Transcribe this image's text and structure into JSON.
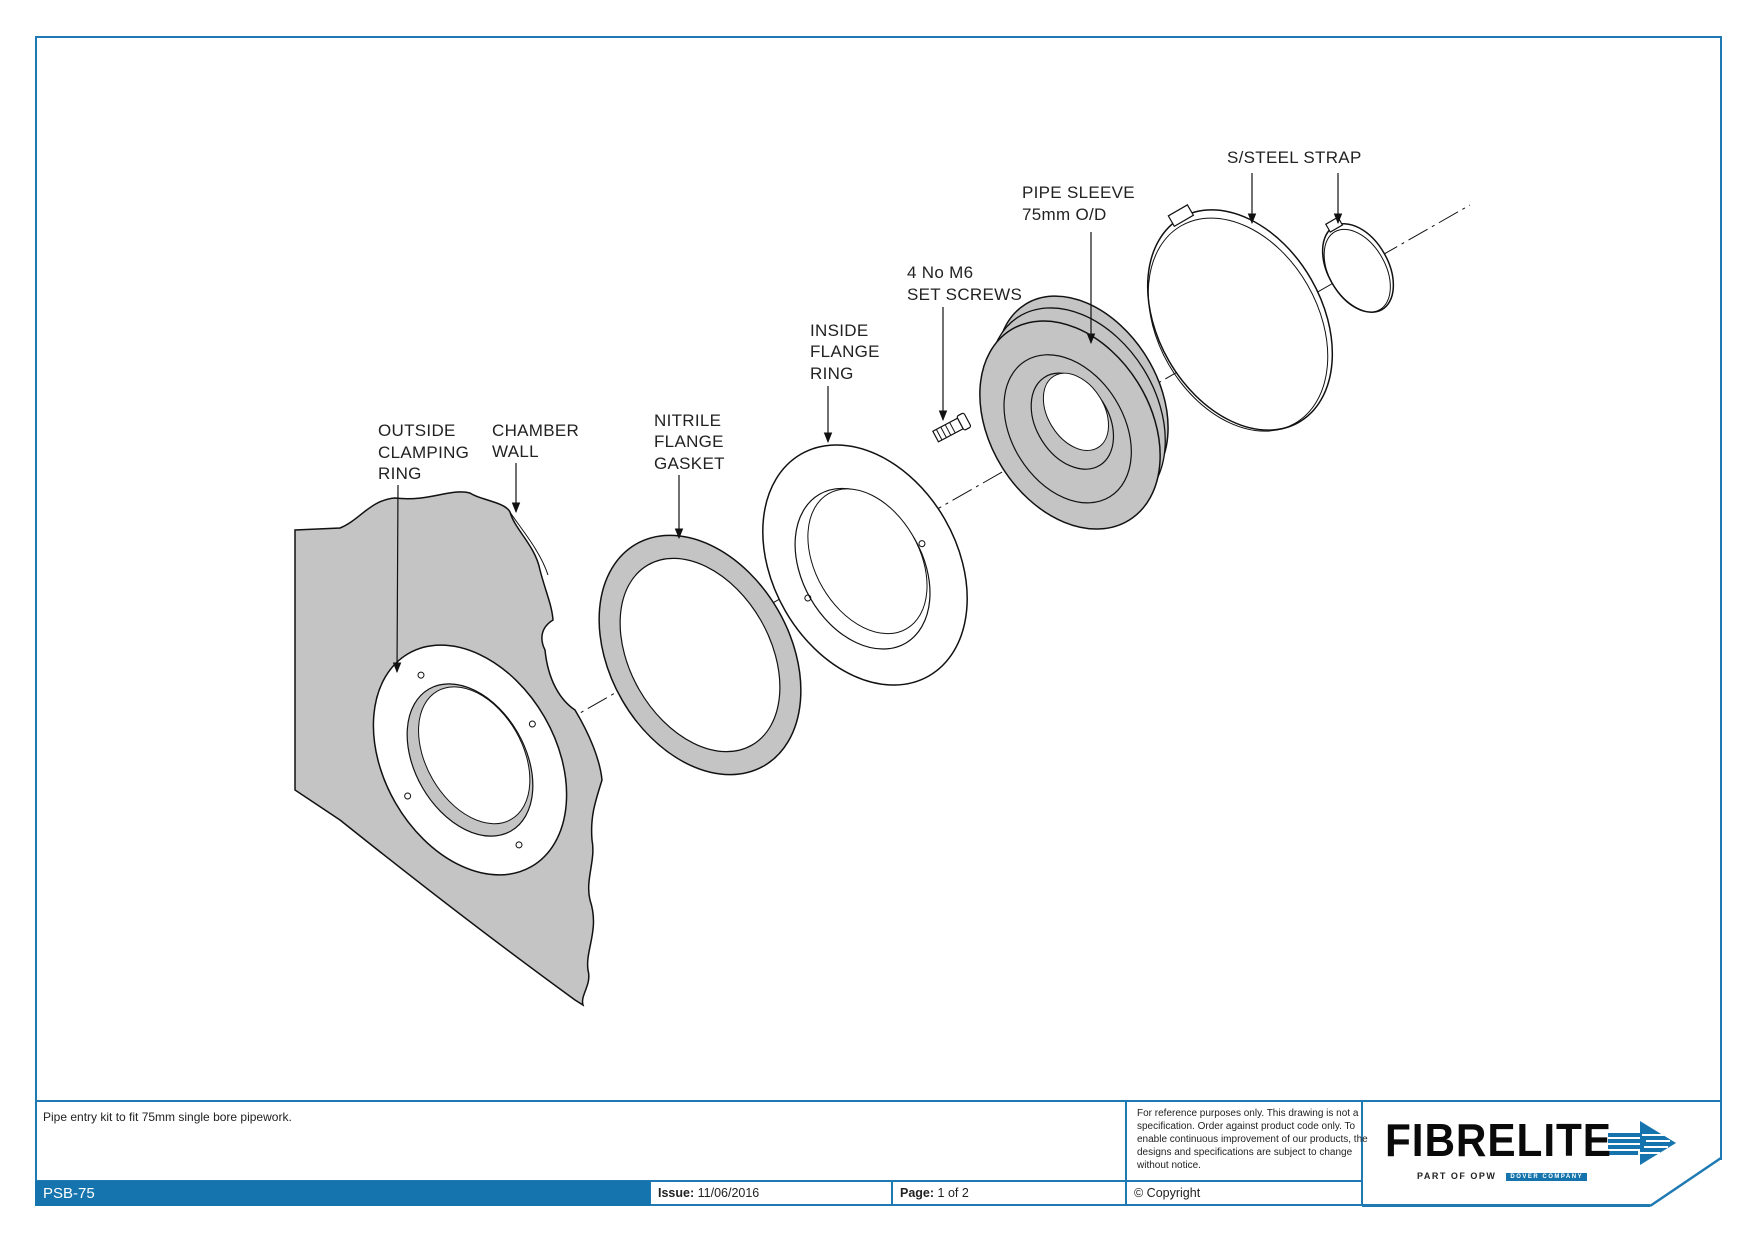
{
  "labels": {
    "outside_clamping_ring": [
      "OUTSIDE",
      "CLAMPING",
      "RING"
    ],
    "chamber_wall": [
      "CHAMBER",
      "WALL"
    ],
    "nitrile_flange_gasket": [
      "NITRILE",
      "FLANGE",
      "GASKET"
    ],
    "inside_flange_ring": [
      "INSIDE",
      "FLANGE",
      "RING"
    ],
    "set_screws": [
      "4 No M6",
      "SET SCREWS"
    ],
    "pipe_sleeve": [
      "PIPE SLEEVE",
      "75mm O/D"
    ],
    "steel_strap": [
      "S/STEEL STRAP"
    ]
  },
  "titleblock": {
    "description": "Pipe entry kit to fit 75mm single bore pipework.",
    "notice": "For reference purposes only. This drawing is not a specification. Order against product code only.  To enable continuous improvement of our products, the designs and specifications are subject to change without notice.",
    "code": "PSB-75",
    "issue_label": "Issue:",
    "issue_value": "11/06/2016",
    "page_label": "Page:",
    "page_value": "1 of 2",
    "copyright": "© Copyright"
  },
  "logo": {
    "brand": "FIBRELITE",
    "tagline": "PART OF OPW",
    "tagline_company": "DOVER COMPANY"
  },
  "colors": {
    "frame_blue": "#1f7ab3",
    "bar_blue": "#1574ad",
    "part_grey": "#c4c4c4"
  }
}
